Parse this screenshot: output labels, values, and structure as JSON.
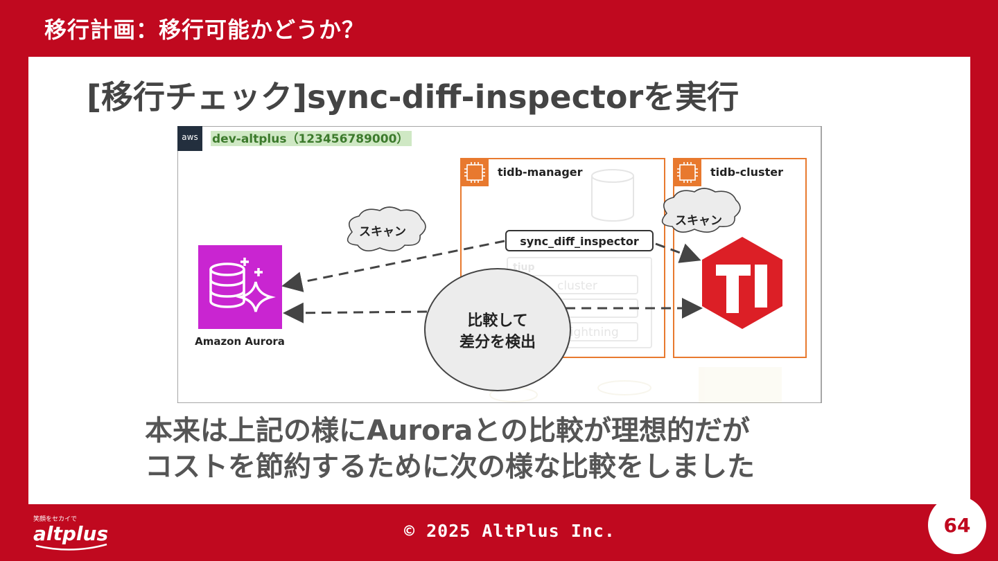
{
  "header": {
    "title": "移行計画：移行可能かどうか？"
  },
  "slide": {
    "subtitle": "[移行チェック]sync-diff-inspectorを実行",
    "body_lines": [
      "本来は上記の様にAuroraとの比較が理想的だが",
      "コストを節約するために次の様な比較をしました"
    ]
  },
  "diagram": {
    "aws_badge": "aws",
    "account_label": "dev-altplus（123456789000）",
    "tidb_manager_label": "tidb-manager",
    "tidb_cluster_label": "tidb-cluster",
    "sync_diff_label": "sync_diff_inspector",
    "scan_left": "スキャン",
    "scan_right": "スキャン",
    "compare_line1": "比較して",
    "compare_line2": "差分を検出",
    "aurora_label": "Amazon Aurora",
    "faded_tiup": "tiup",
    "faded_cluster": "cluster",
    "faded_lightning": "lightning",
    "tidb_logo_text": "Ti"
  },
  "footer": {
    "logo_text": "altplus",
    "logo_tagline": "笑顔をセカイで",
    "copyright": "© 2025 AltPlus Inc.",
    "page_number": "64"
  },
  "colors": {
    "brand_red": "#c0091f",
    "orange_border": "#e8792e",
    "aurora_purple": "#c925d1",
    "account_highlight": "#cfe8c4"
  }
}
